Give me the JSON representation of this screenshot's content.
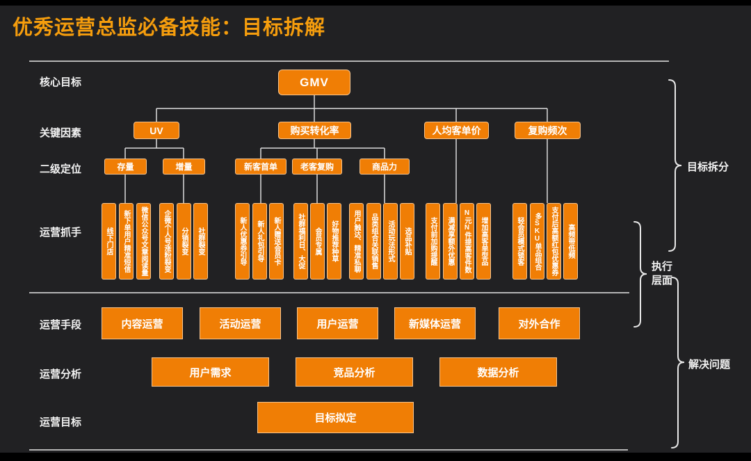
{
  "title": "优秀运营总监必备技能：目标拆解",
  "colors": {
    "accent": "#F07E05",
    "title": "#F59D0D",
    "background": "#212123",
    "line": "#DCDCDC",
    "divider": "#B5B5B5"
  },
  "row_labels": [
    "核心目标",
    "关键因素",
    "二级定位",
    "运营抓手",
    "运营手段",
    "运营分析",
    "运营目标"
  ],
  "tree": {
    "core_goal": "GMV",
    "key_factors": [
      "UV",
      "购买转化率",
      "人均客单价",
      "复购频次"
    ],
    "secondary": [
      "存量",
      "增量",
      "新客首单",
      "老客复购",
      "商品力"
    ],
    "handles": [
      "线下门店",
      "新下单用户精准短信",
      "微信公众号文章阅读量",
      "企微个人号涨粉裂变",
      "分销裂变",
      "社群裂变",
      "新人优惠券引导",
      "新人礼包引导",
      "新人赠送会员卡",
      "社群福利日、大促",
      "会员专属",
      "好物推荐种草",
      "用户触达、精准私聊",
      "品类组合关联销售",
      "活动玩法形式",
      "选品补贴",
      "支付前加购提醒",
      "满减享额外优惠",
      "N元N件提高客件数",
      "增加高客单型品",
      "轻会员模式锁客",
      "多SKU单品组合",
      "支付后高额红包优惠券",
      "高频带低频"
    ]
  },
  "methods": [
    "内容运营",
    "活动运营",
    "用户运营",
    "新媒体运营",
    "对外合作"
  ],
  "analysis": [
    "用户需求",
    "竞品分析",
    "数据分析"
  ],
  "goals": [
    "目标拟定"
  ],
  "brackets": [
    "目标拆分",
    "执行层面",
    "解决问题"
  ]
}
